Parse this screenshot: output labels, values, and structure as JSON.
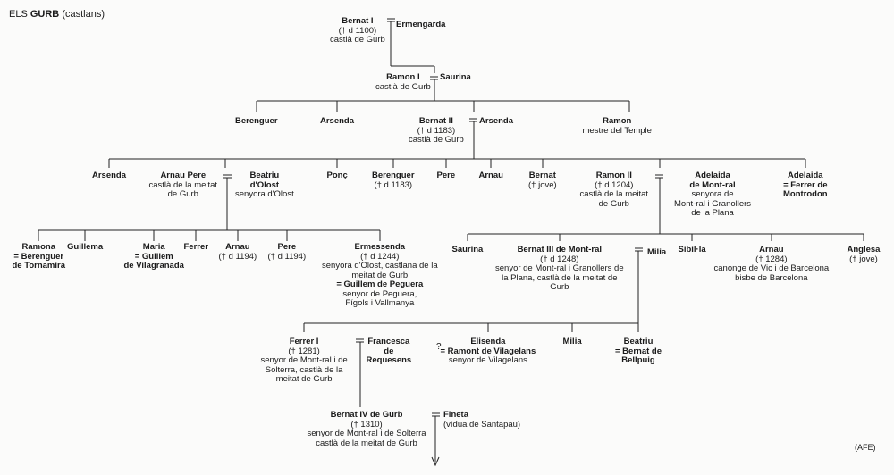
{
  "title": {
    "prefix": "ELS",
    "name": "GURB",
    "suffix": "(castlans)"
  },
  "credit": "(AFE)",
  "uncertain_mark": "?",
  "people": [
    {
      "id": "bernat1",
      "lines": [
        "Bernat I",
        "(† d 1100)",
        "castlà de Gurb"
      ]
    },
    {
      "id": "ermengarda",
      "lines": [
        "Ermengarda"
      ]
    },
    {
      "id": "ramon1",
      "lines": [
        "Ramon I",
        "castlà de Gurb"
      ]
    },
    {
      "id": "saurina1",
      "lines": [
        "Saurina"
      ]
    },
    {
      "id": "berenguer1",
      "lines": [
        "Berenguer"
      ]
    },
    {
      "id": "arsenda1",
      "lines": [
        "Arsenda"
      ]
    },
    {
      "id": "bernat2",
      "lines": [
        "Bernat II",
        "(† d 1183)",
        "castlà de Gurb"
      ]
    },
    {
      "id": "arsenda_w",
      "lines": [
        "Arsenda"
      ]
    },
    {
      "id": "ramon_temple",
      "lines": [
        "Ramon",
        "mestre del Temple"
      ]
    },
    {
      "id": "arsenda2",
      "lines": [
        "Arsenda"
      ]
    },
    {
      "id": "arnau_pere",
      "lines": [
        "Arnau Pere",
        "castlà de la meitat",
        "de Gurb"
      ]
    },
    {
      "id": "beatriu_olost",
      "lines": [
        "Beatriu",
        "d'Olost",
        "senyora d'Olost"
      ]
    },
    {
      "id": "ponc",
      "lines": [
        "Ponç"
      ]
    },
    {
      "id": "berenguer2",
      "lines": [
        "Berenguer",
        "(† d 1183)"
      ]
    },
    {
      "id": "pere1",
      "lines": [
        "Pere"
      ]
    },
    {
      "id": "arnau1",
      "lines": [
        "Arnau"
      ]
    },
    {
      "id": "bernat_jove",
      "lines": [
        "Bernat",
        "(† jove)"
      ]
    },
    {
      "id": "ramon2",
      "lines": [
        "Ramon II",
        "(† d 1204)",
        "castlà de la meitat",
        "de Gurb"
      ]
    },
    {
      "id": "adelaida_montral",
      "lines": [
        "Adelaida",
        "de Mont-ral",
        "senyora de",
        "Mont-ral i Granollers",
        "de la Plana"
      ]
    },
    {
      "id": "adelaida2",
      "lines": [
        "Adelaida",
        "= Ferrer de",
        "Montrodon"
      ]
    },
    {
      "id": "ramona",
      "lines": [
        "Ramona",
        "= Berenguer",
        "de Tornamira"
      ]
    },
    {
      "id": "guillema",
      "lines": [
        "Guillema"
      ]
    },
    {
      "id": "maria",
      "lines": [
        "Maria",
        "= Guillem",
        "de Vilagranada"
      ]
    },
    {
      "id": "ferrer1",
      "lines": [
        "Ferrer"
      ]
    },
    {
      "id": "arnau2",
      "lines": [
        "Arnau",
        "(† d 1194)"
      ]
    },
    {
      "id": "pere2",
      "lines": [
        "Pere",
        "(† d 1194)"
      ]
    },
    {
      "id": "ermessenda",
      "lines": [
        "Ermessenda",
        "(† d 1244)",
        "senyora d'Olost, castlana de la",
        "meitat de Gurb",
        "= Guillem de Peguera",
        "senyor de Peguera,",
        "Fígols i Vallmanya"
      ]
    },
    {
      "id": "saurina2",
      "lines": [
        "Saurina"
      ]
    },
    {
      "id": "bernat3",
      "lines": [
        "Bernat III de Mont-ral",
        "(† d 1248)",
        "senyor de Mont-ral i Granollers de",
        "la Plana, castlà de la meitat de",
        "Gurb"
      ]
    },
    {
      "id": "milia_w",
      "lines": [
        "Milia"
      ]
    },
    {
      "id": "sibilla",
      "lines": [
        "Sibil·la"
      ]
    },
    {
      "id": "arnau3",
      "lines": [
        "Arnau",
        "(† 1284)",
        "canonge de Vic i de Barcelona",
        "bisbe de Barcelona"
      ]
    },
    {
      "id": "anglesa",
      "lines": [
        "Anglesa",
        "(† jove)"
      ]
    },
    {
      "id": "ferrer_i",
      "lines": [
        "Ferrer I",
        "(† 1281)",
        "senyor de Mont-ral i de",
        "Solterra, castlà de la",
        "meitat de Gurb"
      ]
    },
    {
      "id": "francesca",
      "lines": [
        "Francesca",
        "de",
        "Requesens"
      ]
    },
    {
      "id": "elisenda",
      "lines": [
        "Elisenda",
        "= Ramont de Vilagelans",
        "senyor de Vilagelans"
      ]
    },
    {
      "id": "milia2",
      "lines": [
        "Milia"
      ]
    },
    {
      "id": "beatriu2",
      "lines": [
        "Beatriu",
        "= Bernat de",
        "Bellpuig"
      ]
    },
    {
      "id": "bernat4",
      "lines": [
        "Bernat IV de Gurb",
        "(† 1310)",
        "senyor de Mont-ral i de Solterra",
        "castlà de la meitat de Gurb"
      ]
    },
    {
      "id": "fineta",
      "lines": [
        "Fineta",
        "(vídua de Santapau)"
      ]
    }
  ]
}
